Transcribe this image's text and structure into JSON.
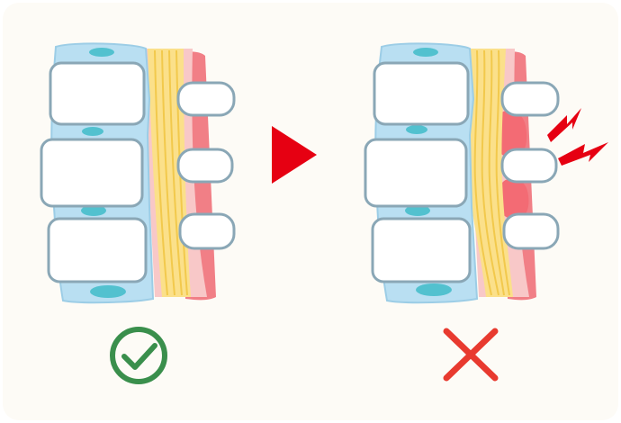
{
  "colors": {
    "background": "#fdfbf6",
    "bone_fill": "#ffffff",
    "bone_stroke": "#8aa7b6",
    "vertebra_tissue": "#b9dff2",
    "vertebra_edge": "#9ccde6",
    "disc_dot": "#52c1cf",
    "ligament_yellow": "#fbe08a",
    "ligament_line": "#f2c94c",
    "tissue_pink": "#f8c8c8",
    "tissue_red": "#f17f86",
    "swelling": "#f36b74",
    "arrow": "#e60012",
    "check": "#3a8f4c",
    "cross": "#e83a2f",
    "pain_spark": "#e60012"
  },
  "icons": {
    "transition": "arrow-right-icon",
    "normal_result": "check-circle-icon",
    "problem_result": "cross-icon",
    "pain": "lightning-pain-icon"
  },
  "panels": [
    {
      "id": "normal",
      "state": "healthy"
    },
    {
      "id": "problem",
      "state": "compressed"
    }
  ]
}
